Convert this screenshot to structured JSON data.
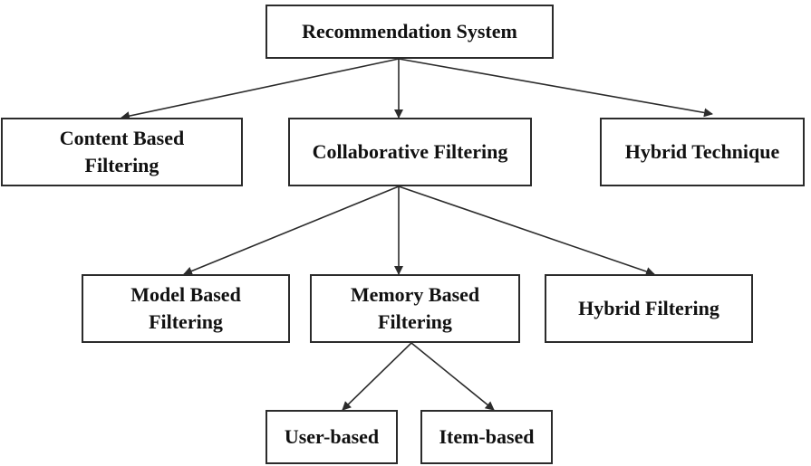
{
  "colors": {
    "stroke": "#2b2b2b",
    "text": "#111111",
    "background": "#ffffff"
  },
  "nodes": {
    "root": {
      "label": "Recommendation System"
    },
    "content_based": {
      "line1": "Content Based",
      "line2": "Filtering"
    },
    "collaborative": {
      "label": "Collaborative Filtering"
    },
    "hybrid_technique": {
      "label": "Hybrid Technique"
    },
    "model_based": {
      "line1": "Model Based",
      "line2": "Filtering"
    },
    "memory_based": {
      "line1": "Memory Based",
      "line2": "Filtering"
    },
    "hybrid_filtering": {
      "label": "Hybrid Filtering"
    },
    "user_based": {
      "label": "User-based"
    },
    "item_based": {
      "label": "Item-based"
    }
  },
  "edges": [
    {
      "from": "root",
      "to": "content_based"
    },
    {
      "from": "root",
      "to": "collaborative"
    },
    {
      "from": "root",
      "to": "hybrid_technique"
    },
    {
      "from": "collaborative",
      "to": "model_based"
    },
    {
      "from": "collaborative",
      "to": "memory_based"
    },
    {
      "from": "collaborative",
      "to": "hybrid_filtering"
    },
    {
      "from": "memory_based",
      "to": "user_based"
    },
    {
      "from": "memory_based",
      "to": "item_based"
    }
  ]
}
